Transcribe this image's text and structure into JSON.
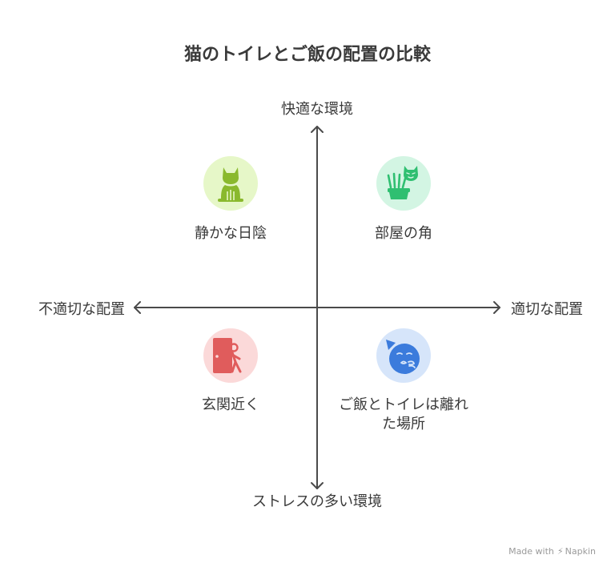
{
  "title": "猫のトイレとご飯の配置の比較",
  "axes": {
    "top": "快適な環境",
    "bottom": "ストレスの多い環境",
    "left": "不適切な配置",
    "right": "適切な配置"
  },
  "quadrants": {
    "top_left": {
      "label": "静かな日陰",
      "icon": "sitting-cat-icon",
      "color": "#8ab92d",
      "bg": "#e6f7c8"
    },
    "top_right": {
      "label": "部屋の角",
      "icon": "cat-litter-box-icon",
      "color": "#2fbf71",
      "bg": "#d3f5e3"
    },
    "bottom_left": {
      "label": "玄関近く",
      "icon": "person-door-icon",
      "color": "#e05c5c",
      "bg": "#fbd9d9"
    },
    "bottom_right": {
      "label": "ご飯とトイレは離れた場所",
      "icon": "party-face-icon",
      "color": "#3b7bdc",
      "bg": "#d6e5fa"
    }
  },
  "watermark": {
    "prefix": "Made with",
    "brand": "Napkin"
  }
}
